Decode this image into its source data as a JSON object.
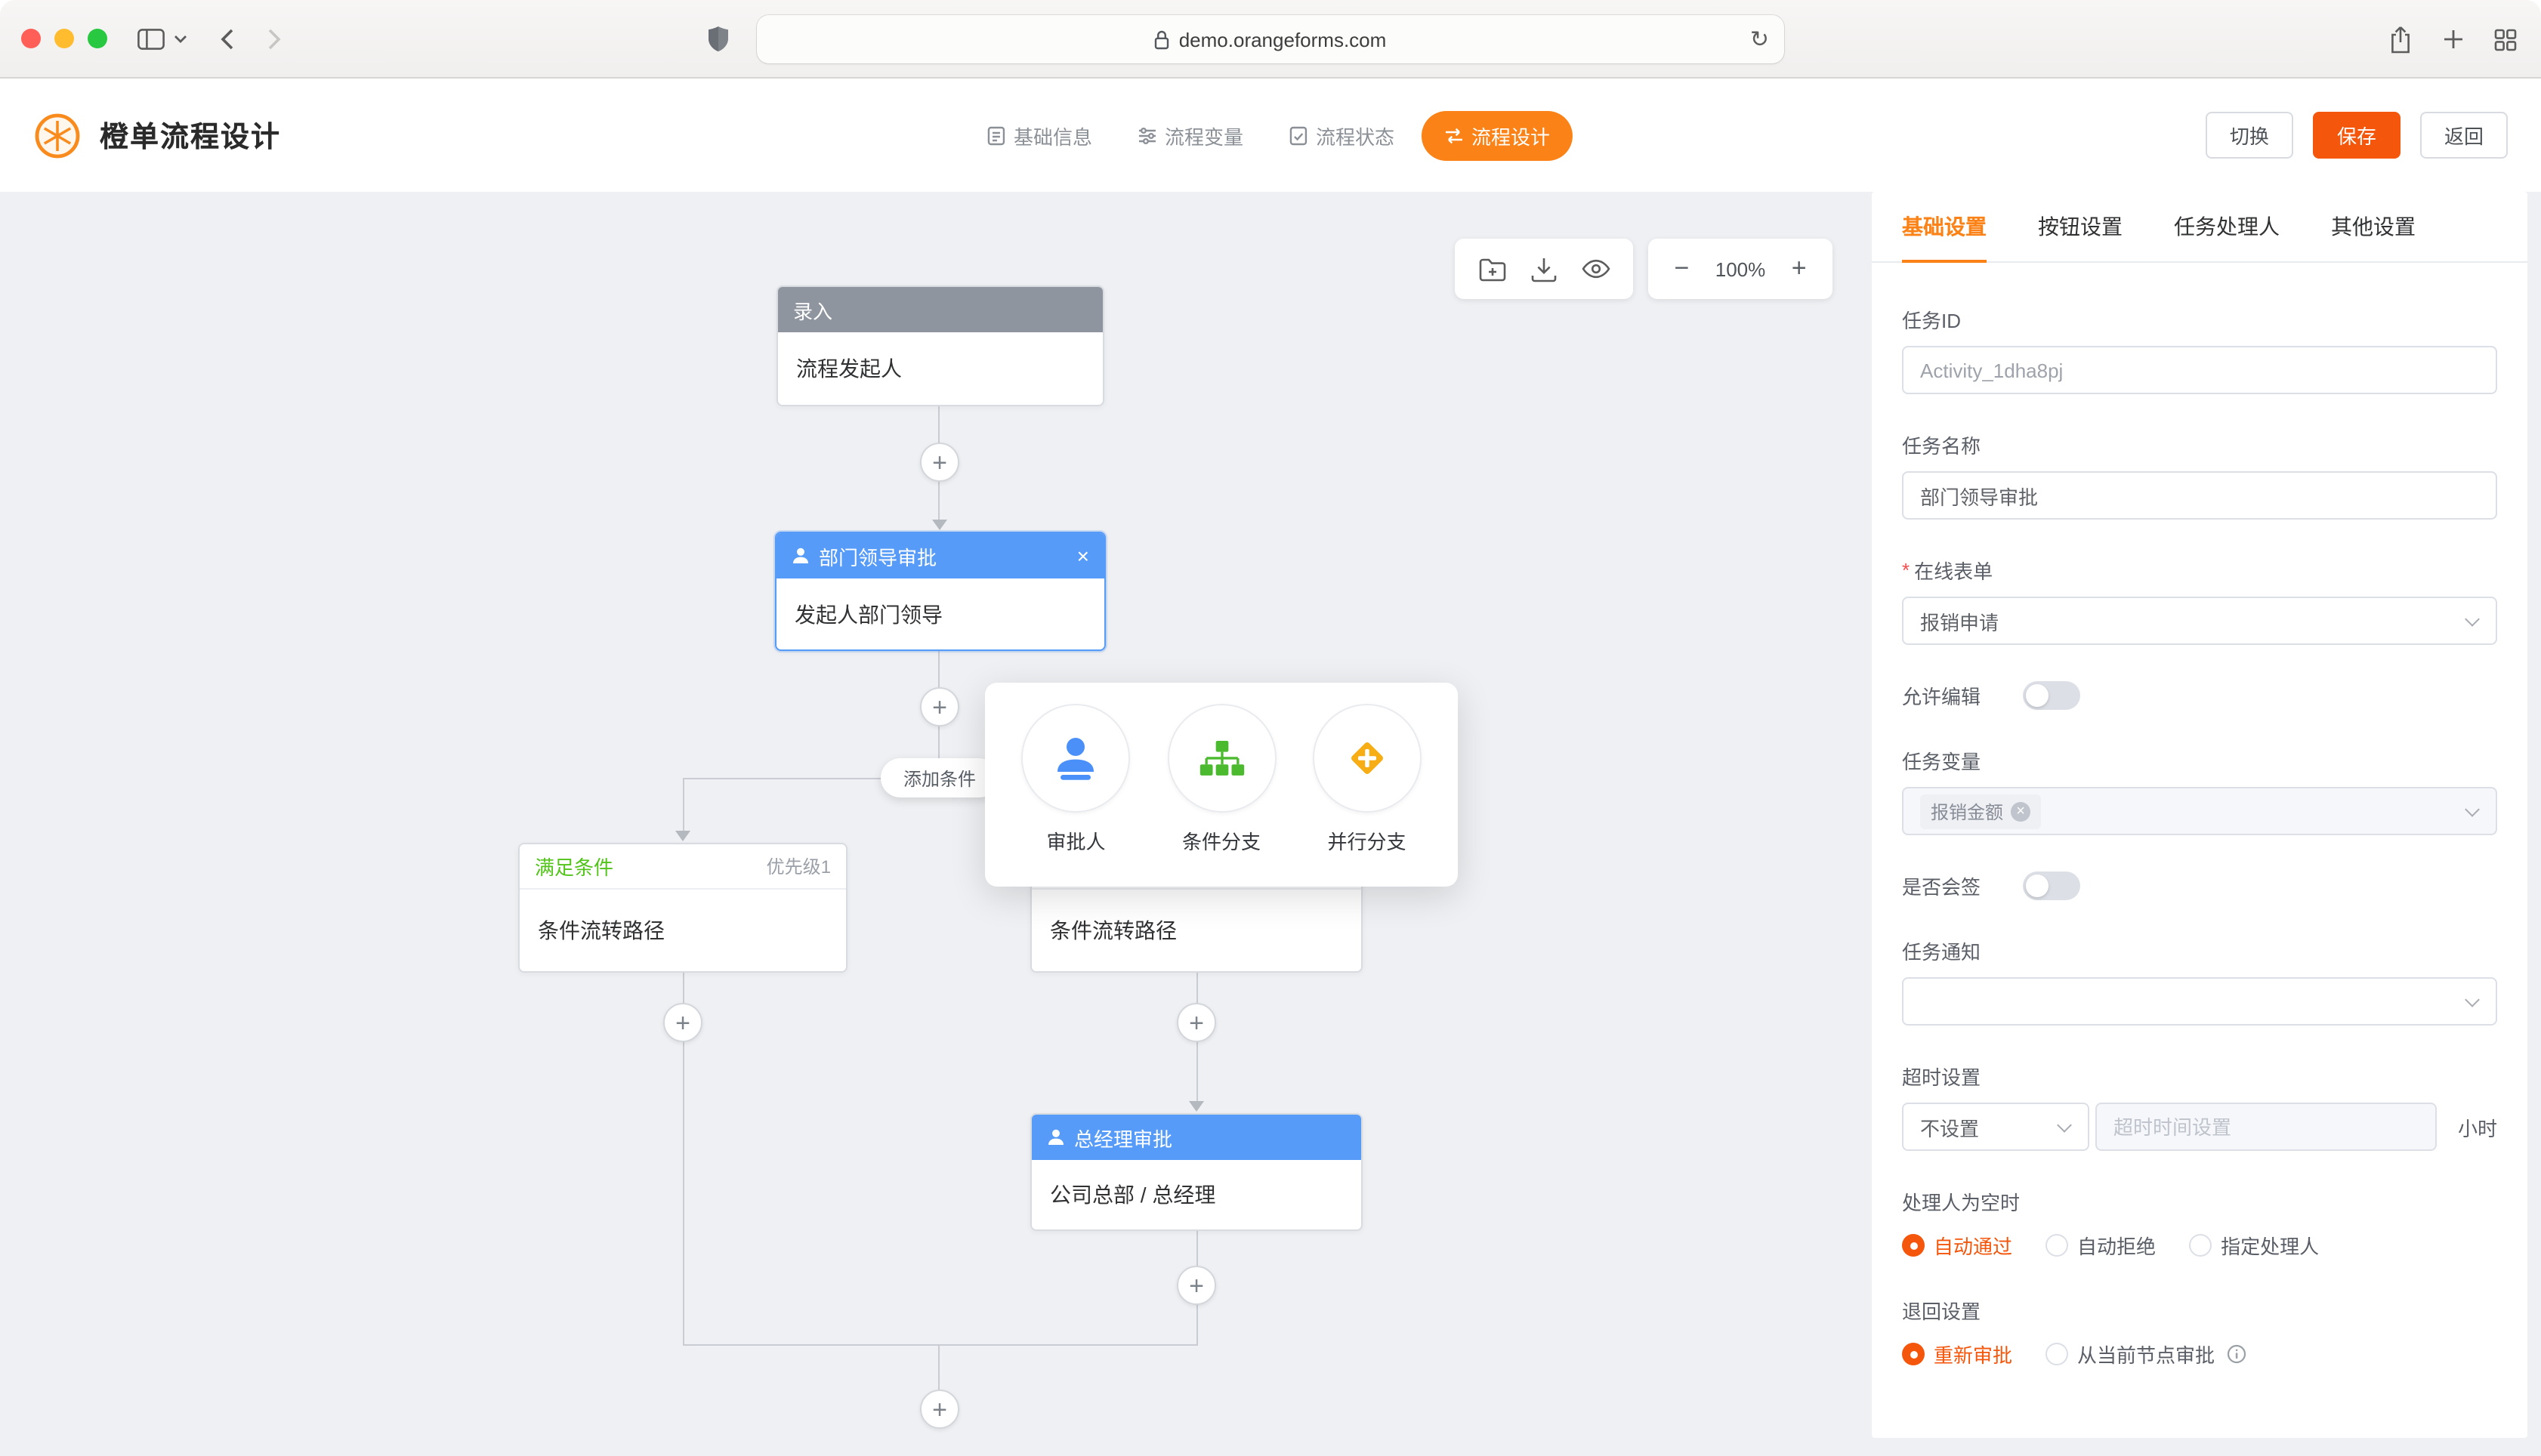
{
  "colors": {
    "accent_orange": "#fa8216",
    "save_orange": "#f4560c",
    "node_header_blue": "#579bf8",
    "node_header_gray": "#8f959e",
    "condition_green": "#52c41a",
    "parallel_yellow": "#f7ad14",
    "canvas_gray": "#eef0f3"
  },
  "browser": {
    "url": "demo.orangeforms.com"
  },
  "header": {
    "app_title": "橙单流程设计",
    "nav": [
      {
        "label": "基础信息",
        "icon": "form-icon"
      },
      {
        "label": "流程变量",
        "icon": "sliders-icon"
      },
      {
        "label": "流程状态",
        "icon": "status-doc-icon"
      },
      {
        "label": "流程设计",
        "icon": "flow-design-icon",
        "active": true
      }
    ],
    "actions": {
      "switch": "切换",
      "save": "保存",
      "back": "返回"
    }
  },
  "canvas": {
    "zoom": "100%",
    "add_condition_label": "添加条件",
    "nodes": {
      "start": {
        "header": "录入",
        "body": "流程发起人"
      },
      "dept_approval": {
        "header": "部门领导审批",
        "body": "发起人部门领导",
        "selected": true
      },
      "condition_left": {
        "status": "满足条件",
        "priority": "优先级1",
        "body": "条件流转路径"
      },
      "condition_right": {
        "body": "条件流转路径"
      },
      "gm_approval": {
        "header": "总经理审批",
        "body": "公司总部 / 总经理"
      }
    },
    "node_popup": {
      "options": [
        {
          "label": "审批人",
          "icon": "approver-person-icon"
        },
        {
          "label": "条件分支",
          "icon": "condition-branch-icon"
        },
        {
          "label": "并行分支",
          "icon": "parallel-branch-icon"
        }
      ]
    }
  },
  "panel": {
    "tabs": [
      {
        "label": "基础设置",
        "active": true
      },
      {
        "label": "按钮设置"
      },
      {
        "label": "任务处理人"
      },
      {
        "label": "其他设置"
      }
    ],
    "required_mark": "*",
    "task_id": {
      "label": "任务ID",
      "value": "Activity_1dha8pj"
    },
    "task_name": {
      "label": "任务名称",
      "value": "部门领导审批"
    },
    "online_form": {
      "label": "在线表单",
      "required": true,
      "value": "报销申请"
    },
    "allow_edit": {
      "label": "允许编辑",
      "enabled": false
    },
    "task_variable": {
      "label": "任务变量",
      "tag": "报销金额"
    },
    "countersign": {
      "label": "是否会签",
      "enabled": false
    },
    "task_notify": {
      "label": "任务通知",
      "value": ""
    },
    "timeout": {
      "label": "超时设置",
      "mode": "不设置",
      "placeholder": "超时时间设置",
      "unit": "小时"
    },
    "empty_assignee": {
      "label": "处理人为空时",
      "options": [
        "自动通过",
        "自动拒绝",
        "指定处理人"
      ],
      "selected": "自动通过"
    },
    "reject_setting": {
      "label": "退回设置",
      "options": [
        "重新审批",
        "从当前节点审批"
      ],
      "selected": "重新审批"
    }
  }
}
